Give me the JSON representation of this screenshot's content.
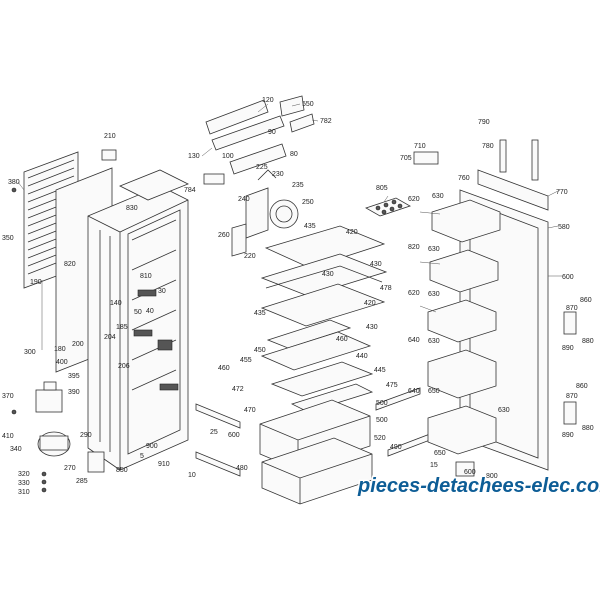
{
  "diagram": {
    "labels": [
      "120",
      "550",
      "130",
      "100",
      "90",
      "782",
      "80",
      "210",
      "380",
      "784",
      "230",
      "235",
      "350",
      "225",
      "240",
      "250",
      "830",
      "805",
      "790",
      "710",
      "705",
      "780",
      "760",
      "770",
      "620",
      "630",
      "435",
      "420",
      "580",
      "430",
      "820",
      "630",
      "190",
      "220",
      "260",
      "820",
      "810",
      "478",
      "430",
      "600",
      "620",
      "630",
      "140",
      "30",
      "40",
      "435",
      "420",
      "430",
      "185",
      "50",
      "200",
      "180",
      "204",
      "206",
      "870",
      "860",
      "460",
      "455",
      "450",
      "300",
      "460",
      "440",
      "445",
      "640",
      "630",
      "475",
      "890",
      "880",
      "400",
      "395",
      "472",
      "500",
      "640",
      "650",
      "370",
      "390",
      "410",
      "290",
      "25",
      "600",
      "470",
      "630",
      "860",
      "870",
      "500",
      "520",
      "890",
      "880",
      "900",
      "340",
      "910",
      "5",
      "10",
      "480",
      "650",
      "490",
      "320",
      "270",
      "330",
      "850",
      "15",
      "285",
      "310",
      "600",
      "800"
    ]
  },
  "watermark": "pieces-detachees-elec.com"
}
